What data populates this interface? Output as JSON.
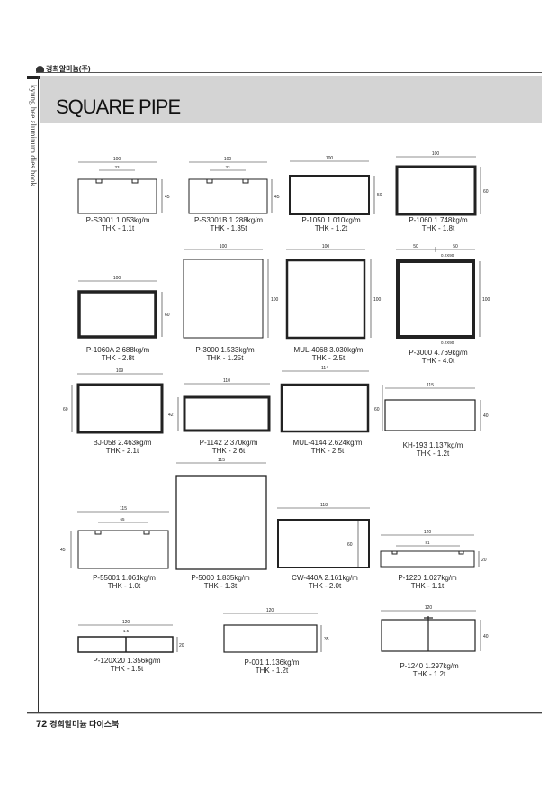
{
  "header": {
    "brand": "경희알미늄(주)",
    "logo_icon": "company-logo-icon"
  },
  "sidebar": {
    "spine_text": "kyung hee aluminum dies book"
  },
  "title": "SQUARE PIPE",
  "footer": {
    "page_number": "72",
    "book_title": "경희알미늄 다이스북"
  },
  "profiles": [
    {
      "code": "P-S3001 1.053kg/m",
      "thk": "THK - 1.1t",
      "w": "100",
      "h": "45",
      "slot": "33"
    },
    {
      "code": "P-S3001B 1.288kg/m",
      "thk": "THK - 1.35t",
      "w": "100",
      "h": "45",
      "slot": "33"
    },
    {
      "code": "P-1050 1.010kg/m",
      "thk": "THK - 1.2t",
      "w": "100",
      "h": "50"
    },
    {
      "code": "P-1060 1.748kg/m",
      "thk": "THK - 1.8t",
      "w": "100",
      "h": "60"
    },
    {
      "code": "P-1060A 2.688kg/m",
      "thk": "THK - 2.8t",
      "w": "100",
      "h": "60"
    },
    {
      "code": "P-3000 1.533kg/m",
      "thk": "THK - 1.25t",
      "w": "100",
      "h": "100"
    },
    {
      "code": "MUL-4068 3.030kg/m",
      "thk": "THK - 2.5t",
      "w": "100",
      "h": "100"
    },
    {
      "code": "P-3000 4.769kg/m",
      "thk": "THK - 4.0t",
      "w1": "50",
      "w2": "50",
      "h": "100",
      "c1": "0.2X90",
      "c2": "0.2X90"
    },
    {
      "code": "BJ-058 2.463kg/m",
      "thk": "THK - 2.1t",
      "w": "109",
      "h": "60"
    },
    {
      "code": "P-1142 2.370kg/m",
      "thk": "THK - 2.6t",
      "w": "110",
      "h": "42"
    },
    {
      "code": "MUL-4144 2.624kg/m",
      "thk": "THK - 2.5t",
      "w": "114",
      "h": "60"
    },
    {
      "code": "KH-193 1.137kg/m",
      "thk": "THK - 1.2t",
      "w": "115",
      "h": "40"
    },
    {
      "code": "P-55001 1.061kg/m",
      "thk": "THK - 1.0t",
      "w": "115",
      "h": "45",
      "slot": "65"
    },
    {
      "code": "P-5000 1.835kg/m",
      "thk": "THK - 1.3t",
      "w": "115"
    },
    {
      "code": "CW-440A 2.161kg/m",
      "thk": "THK - 2.0t",
      "w": "118",
      "h": "60"
    },
    {
      "code": "P-1220 1.027kg/m",
      "thk": "THK - 1.1t",
      "w": "120",
      "h": "20",
      "slot": "81"
    },
    {
      "code": "P-120X20 1.356kg/m",
      "thk": "THK - 1.5t",
      "w": "120",
      "h": "20",
      "mid": "1.5"
    },
    {
      "code": "P-001 1.136kg/m",
      "thk": "THK - 1.2t",
      "w": "120",
      "h": "35"
    },
    {
      "code": "P-1240 1.297kg/m",
      "thk": "THK - 1.2t",
      "w": "120",
      "h": "40"
    }
  ]
}
